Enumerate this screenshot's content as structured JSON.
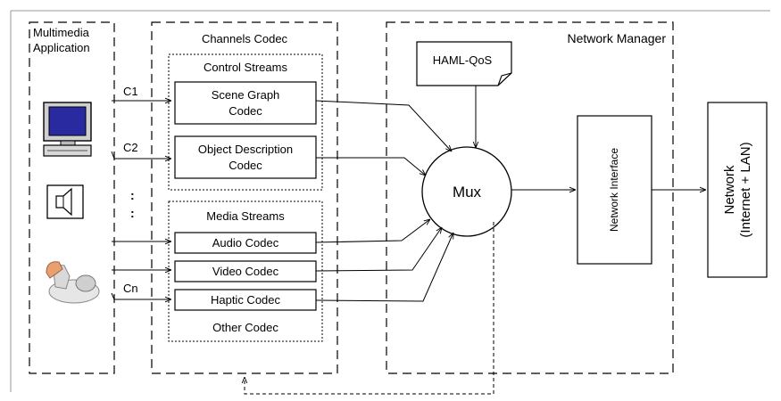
{
  "multimedia": {
    "line1": "Multimedia",
    "line2": "Application"
  },
  "channels_codec": {
    "title": "Channels Codec"
  },
  "control_streams": {
    "title": "Control Streams",
    "scene_graph": {
      "line1": "Scene Graph",
      "line2": "Codec"
    },
    "object_description": {
      "line1": "Object Description",
      "line2": "Codec"
    }
  },
  "media_streams": {
    "title": "Media Streams",
    "audio": "Audio Codec",
    "video": "Video Codec",
    "haptic": "Haptic Codec",
    "other": "Other Codec"
  },
  "channel_labels": {
    "c1": "C1",
    "c2": "C2",
    "cn": "Cn",
    "dots": ":"
  },
  "network_manager": {
    "title": "Network Manager",
    "haml_qos": "HAML-QoS",
    "mux": "Mux",
    "network_interface": "Network Interface"
  },
  "network": {
    "line1": "Network",
    "line2": "(Internet + LAN)"
  },
  "icons": [
    "computer-monitor-icon",
    "speaker-icon",
    "haptic-device-icon"
  ]
}
